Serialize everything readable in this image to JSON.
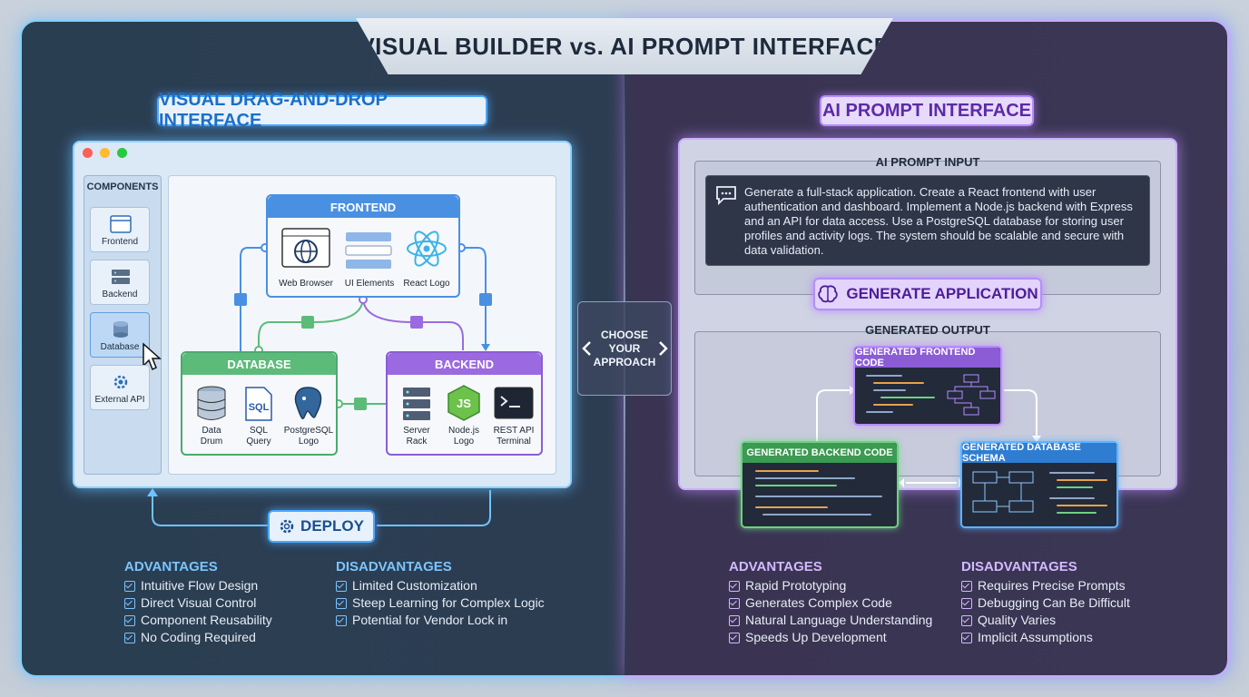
{
  "title": "VISUAL BUILDER vs. AI PROMPT INTERFACE",
  "left": {
    "header": "VISUAL DRAG-AND-DROP INTERFACE",
    "components_title": "COMPONENTS",
    "components": [
      "Frontend",
      "Backend",
      "Database",
      "External API"
    ],
    "frontend": {
      "title": "FRONTEND",
      "nodes": [
        "Web Browser",
        "UI Elements",
        "React Logo"
      ]
    },
    "database": {
      "title": "DATABASE",
      "nodes": [
        "Data\nDrum",
        "SQL\nQuery",
        "PostgreSQL\nLogo"
      ],
      "sql_label": "SQL"
    },
    "backend": {
      "title": "BACKEND",
      "nodes": [
        "Server\nRack",
        "Node.js\nLogo",
        "REST API\nTerminal"
      ]
    },
    "deploy": "DEPLOY",
    "advantages_title": "ADVANTAGES",
    "advantages": [
      "Intuitive Flow Design",
      "Direct Visual Control",
      "Component Reusability",
      "No Coding Required"
    ],
    "disadvantages_title": "DISADVANTAGES",
    "disadvantages": [
      "Limited Customization",
      "Steep Learning for Complex Logic",
      "Potential for Vendor Lock in"
    ]
  },
  "center": {
    "line1": "CHOOSE",
    "line2": "YOUR",
    "line3": "APPROACH"
  },
  "right": {
    "header": "AI PROMPT INTERFACE",
    "prompt_label": "AI PROMPT INPUT",
    "prompt_text": "Generate a full-stack application. Create a React frontend with user authentication and dashboard. Implement a Node.js backend with Express and an API for data access. Use a PostgreSQL database for storing user profiles and activity logs. The system should be scalable and secure with data validation.",
    "generate_button": "GENERATE APPLICATION",
    "output_label": "GENERATED OUTPUT",
    "frontend_code": "GENERATED FRONTEND CODE",
    "backend_code": "GENERATED BACKEND CODE",
    "database_schema": "GENERATED DATABASE SCHEMA",
    "advantages_title": "ADVANTAGES",
    "advantages": [
      "Rapid Prototyping",
      "Generates Complex Code",
      "Natural Language Understanding",
      "Speeds Up Development"
    ],
    "disadvantages_title": "DISADVANTAGES",
    "disadvantages": [
      "Requires Precise Prompts",
      "Debugging Can Be Difficult",
      "Quality Varies",
      "Implicit Assumptions"
    ]
  },
  "colors": {
    "blue": "#4aa8ff",
    "purple": "#b58cff",
    "green": "#5dbb7a"
  }
}
